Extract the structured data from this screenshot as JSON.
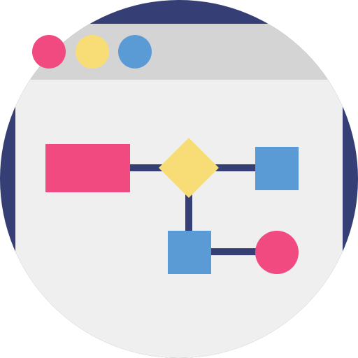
{
  "icon": {
    "name": "flowchart-window-icon",
    "colors": {
      "background_circle": "#363F75",
      "window_body": "#EFEFEF",
      "title_bar": "#D4D4D4",
      "connector": "#363F75",
      "pink": "#F04A80",
      "yellow": "#F8DD76",
      "blue": "#5B9BD5"
    },
    "window_controls": [
      "close-dot",
      "minimize-dot",
      "maximize-dot"
    ],
    "flowchart_nodes": [
      "process-rectangle",
      "decision-diamond",
      "output-square",
      "subprocess-square",
      "terminal-circle"
    ]
  }
}
